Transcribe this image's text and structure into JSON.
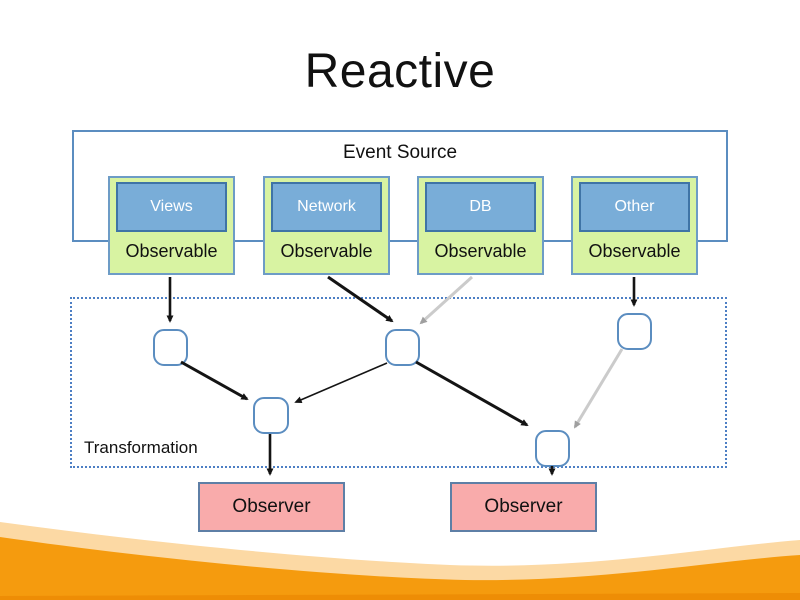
{
  "title": "Reactive",
  "event_source": {
    "label": "Event Source"
  },
  "sources": [
    {
      "name": "Views",
      "type": "Observable"
    },
    {
      "name": "Network",
      "type": "Observable"
    },
    {
      "name": "DB",
      "type": "Observable"
    },
    {
      "name": "Other",
      "type": "Observable"
    }
  ],
  "transformation": {
    "label": "Transformation"
  },
  "observers": [
    {
      "label": "Observer"
    },
    {
      "label": "Observer"
    }
  ],
  "colors": {
    "source_box_fill": "#79add8",
    "source_box_border": "#3f74a6",
    "observable_fill": "#d8f3a2",
    "observable_border": "#6d9cc6",
    "container_border": "#5b8dc0",
    "transformation_border": "#4d7fc4",
    "node_border": "#5b8dc0",
    "observer_fill": "#f9abab",
    "observer_border": "#5e7fa6",
    "arrow_black": "#141414",
    "arrow_gray": "#cbcbcb",
    "arrow_gray_head": "#9f9f9f",
    "wave_light": "#fcd9a4",
    "wave_orange": "#f59b0e",
    "wave_deep": "#ee8d05",
    "text": "#111111"
  }
}
